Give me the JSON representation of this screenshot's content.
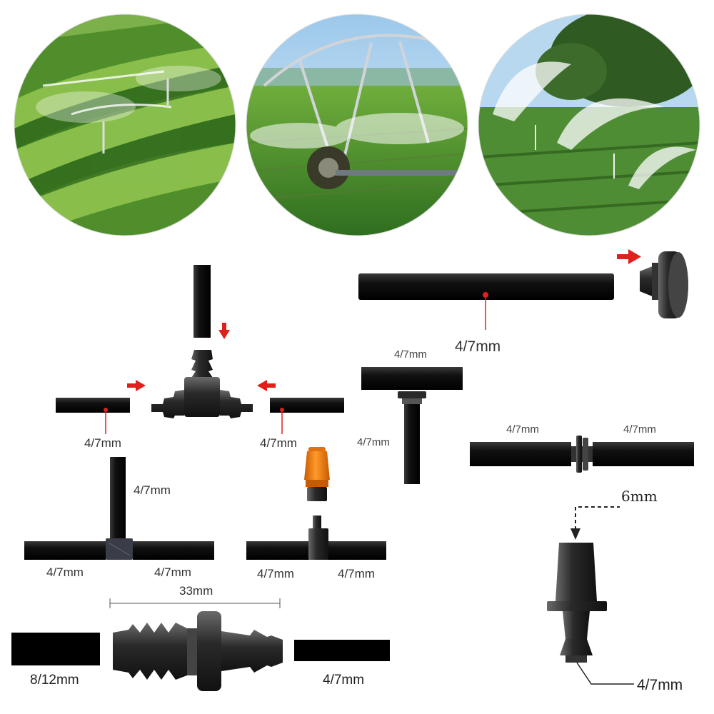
{
  "photos": [
    {
      "name": "crop-sprinkler-photo",
      "scene": "field-sprinklers"
    },
    {
      "name": "center-pivot-photo",
      "scene": "pivot-irrigation"
    },
    {
      "name": "sprinkler-field-photo",
      "scene": "rotary-sprinklers"
    }
  ],
  "labels": {
    "end_plug_tube": "4/7mm",
    "tee_top": "4/7mm",
    "tee_left": "4/7mm",
    "tee_right": "4/7mm",
    "straight_left": "4/7mm",
    "straight_right": "4/7mm",
    "tee3_vertical": "4/7mm",
    "tee3_left": "4/7mm",
    "tee3_right": "4/7mm",
    "nozzle_left": "4/7mm",
    "nozzle_right": "4/7mm",
    "reducer_length": "33mm",
    "reducer_big": "8/12mm",
    "reducer_small": "4/7mm",
    "barb_top": "6mm",
    "barb_bottom": "4/7mm",
    "tee_stem": "4/7mm"
  },
  "colors": {
    "tube": "#111111",
    "fitting": "#2a2a2a",
    "arrow": "#e0201b",
    "nozzle": "#f07a10",
    "leader": "#333333"
  }
}
